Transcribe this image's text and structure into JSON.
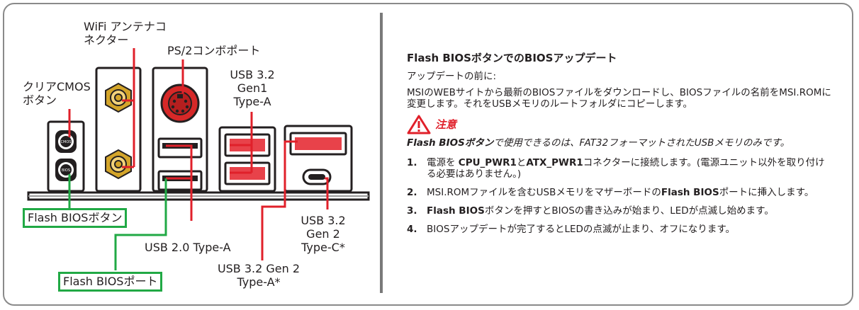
{
  "labels": {
    "wifi": "WiFi アンテナコ\nネクター",
    "ps2": "PS/2コンボポート",
    "usb32gen1": "USB 3.2\nGen1\nType-A",
    "clear_cmos": "クリアCMOS\nボタン",
    "flash_bios_button": "Flash BIOSボタン",
    "flash_bios_port": "Flash BIOSポート",
    "usb20": "USB 2.0 Type-A",
    "usb32gen2a": "USB 3.2 Gen 2\nType-A*",
    "usb32gen2c": "USB 3.2\nGen 2\nType-C*",
    "cmos_key": "CMOS",
    "bios_key": "BIOS"
  },
  "content": {
    "title": "Flash BIOSボタンでのBIOSアップデート",
    "before": "アップデートの前に:",
    "download": "MSIのWEBサイトから最新のBIOSファイルをダウンロードし、BIOSファイルの名前をMSI.ROMに変更します。それをUSBメモリのルートフォルダにコピーします。",
    "caution_label": "注意",
    "note_bold": "Flash BIOSボタン",
    "note_rest": "で使用できるのは、FAT32フォーマットされたUSBメモリのみです。",
    "steps": [
      {
        "num": "1.",
        "pre": "電源を ",
        "b1": "CPU_PWR1",
        "mid": "と",
        "b2": "ATX_PWR1",
        "post": "コネクターに接続します。(電源ユニット以外を取り付ける必要はありません。)"
      },
      {
        "num": "2.",
        "pre": "MSI.ROMファイルを含むUSBメモリをマザーボードの",
        "b1": "Flash BIOS",
        "post": "ポートに挿入します。"
      },
      {
        "num": "3.",
        "b1": "Flash BIOS",
        "post": "ボタンを押すとBIOSの書き込みが始まり、LEDが点滅し始めます。"
      },
      {
        "num": "4.",
        "post": "BIOSアップデートが完了するとLEDの点滅が止まり、オフになります。"
      }
    ]
  },
  "colors": {
    "callout_red": "#e0202a",
    "callout_green": "#21a945",
    "outline": "#231f20",
    "antenna_gold": "#d4a52a",
    "ps2_red": "#d62828",
    "usb3_red": "#e8424a"
  }
}
